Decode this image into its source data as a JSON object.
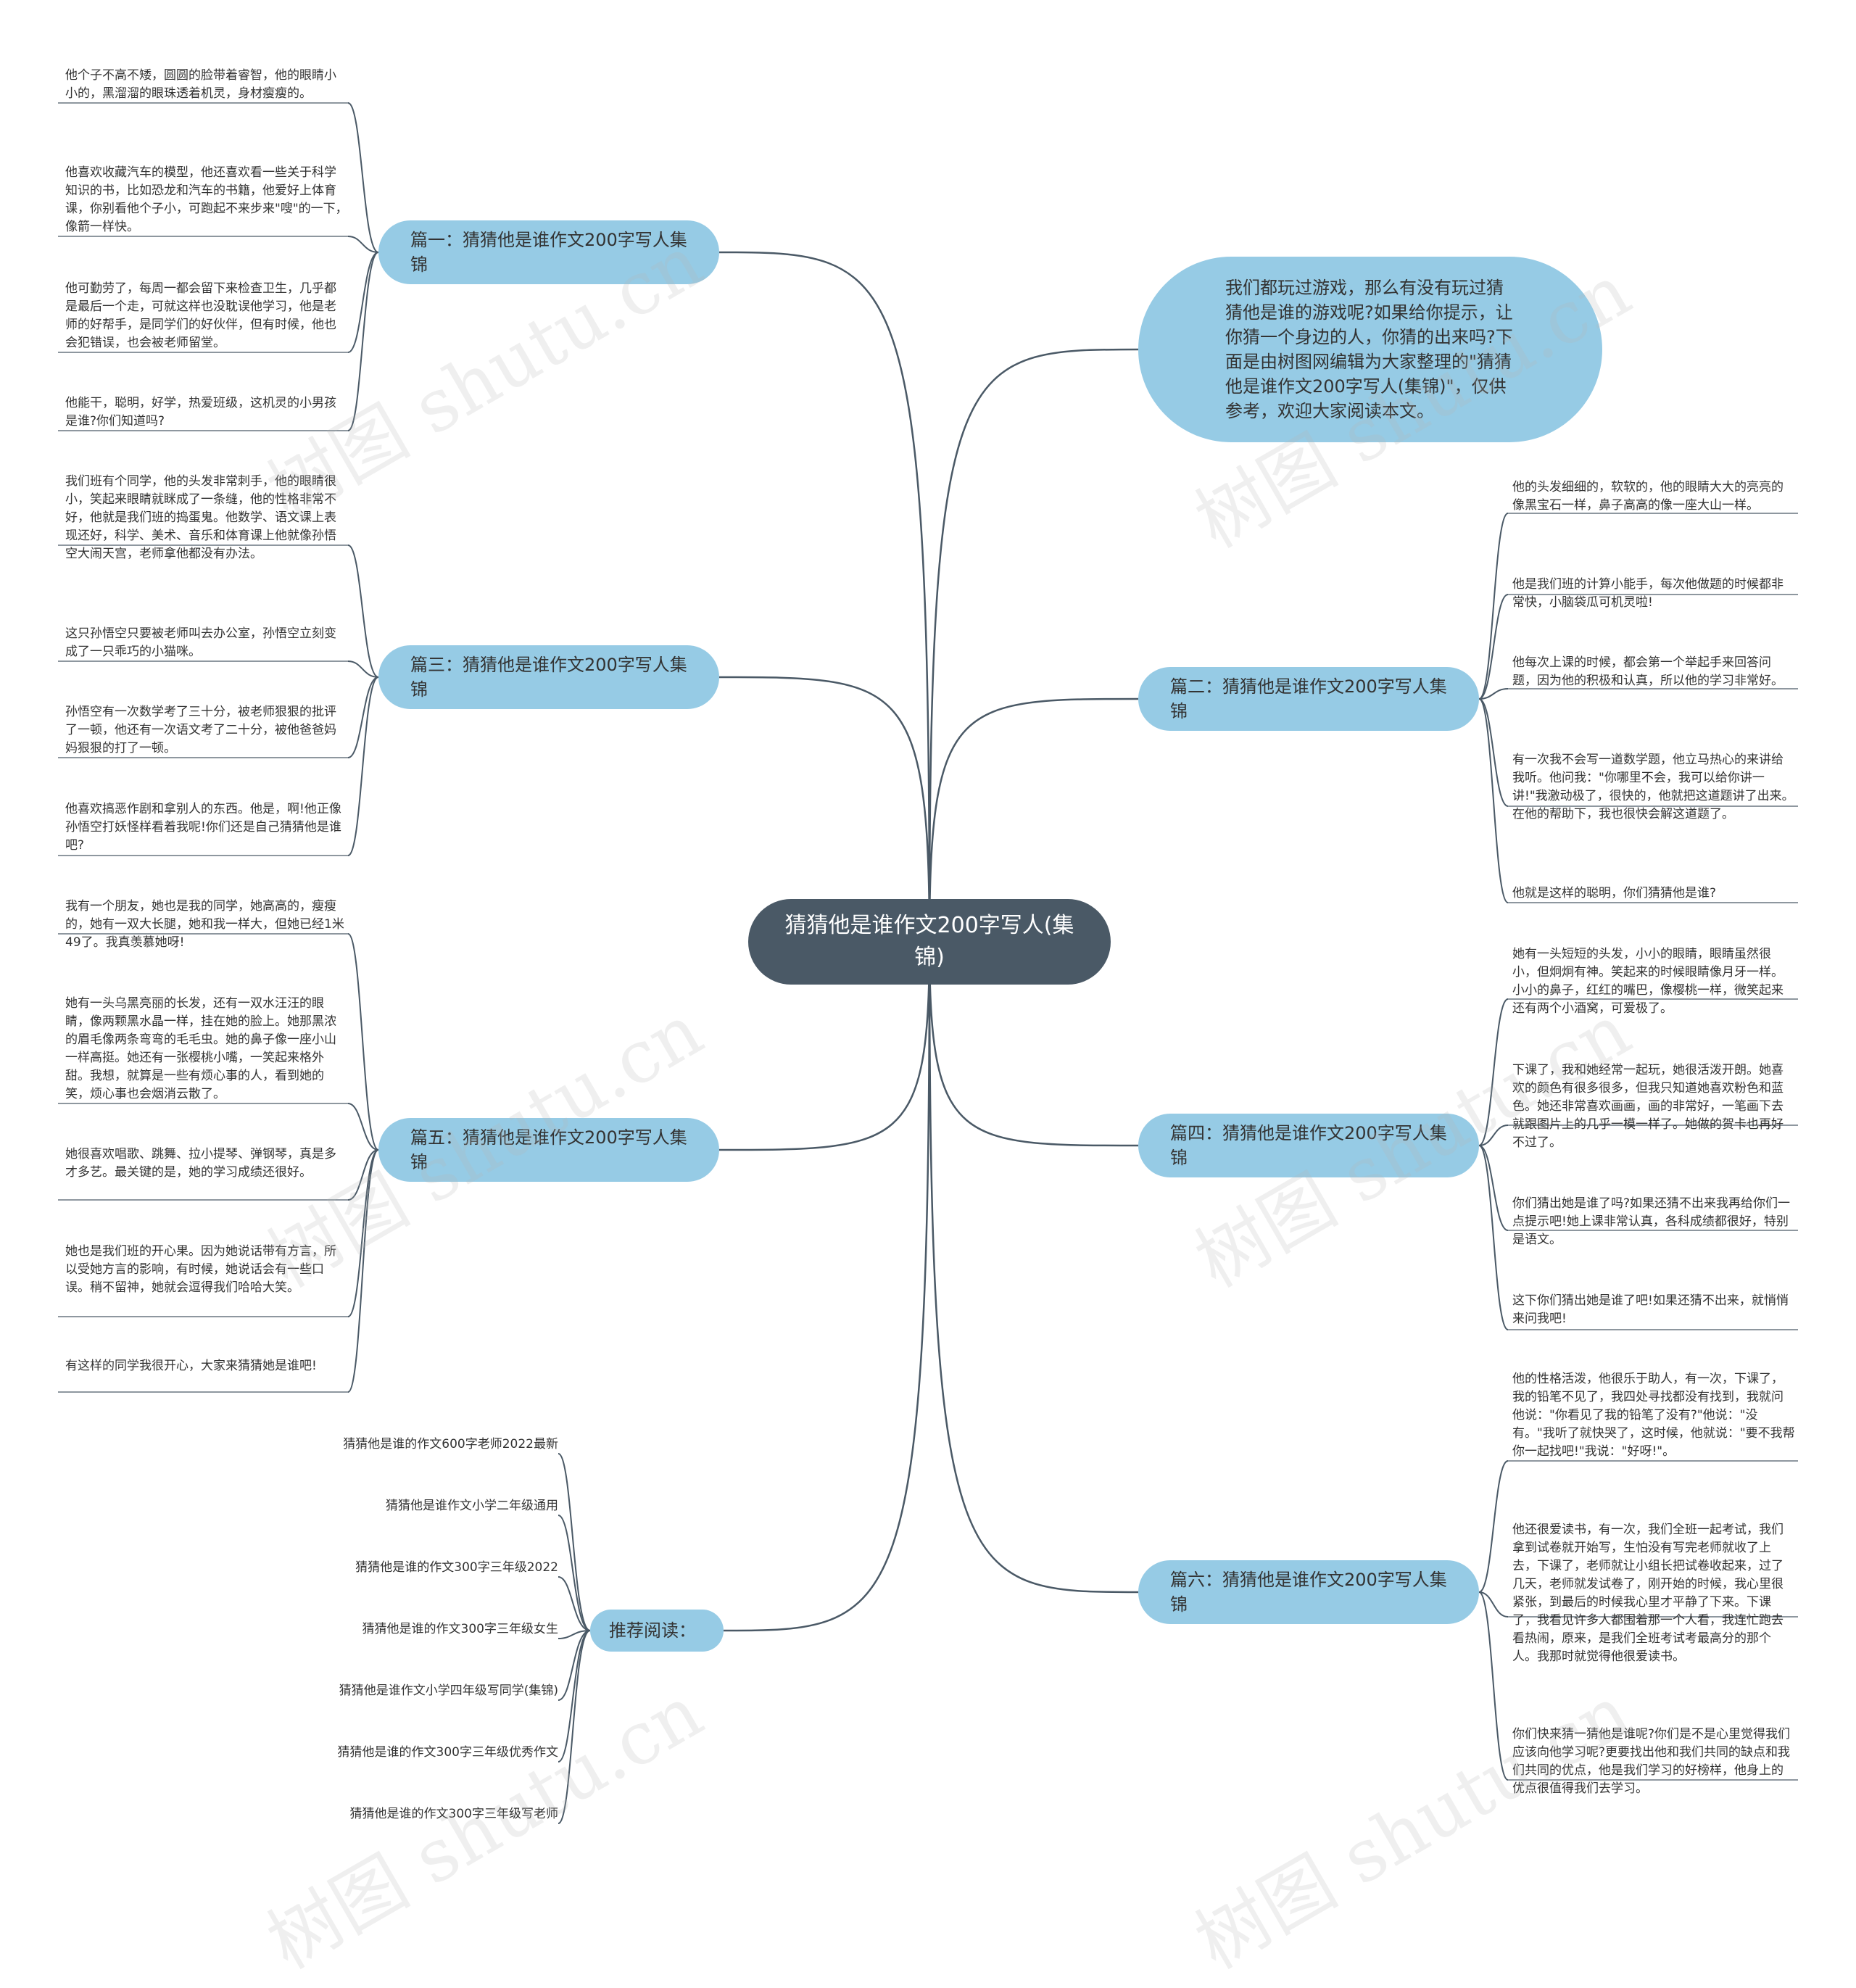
{
  "central": "猜猜他是谁作文200字写人(集锦)",
  "intro": "我们都玩过游戏，那么有没有玩过猜猜他是谁的游戏呢?如果给你提示，让你猜一个身边的人，你猜的出来吗?下面是由树图网编辑为大家整理的\"猜猜他是谁作文200字写人(集锦)\"，仅供参考，欢迎大家阅读本文。",
  "watermark": "树图 shutu.cn",
  "branches": [
    {
      "label": "篇一：猜猜他是谁作文200字写人集锦",
      "leaves": [
        "他个子不高不矮，圆圆的脸带着睿智，他的眼睛小小的，黑溜溜的眼珠透着机灵，身材瘦瘦的。",
        "他喜欢收藏汽车的模型，他还喜欢看一些关于科学知识的书，比如恐龙和汽车的书籍，他爱好上体育课，你别看他个子小，可跑起不来步来\"嗖\"的一下，像箭一样快。",
        "他可勤劳了，每周一都会留下来检查卫生，几乎都是最后一个走，可就这样也没耽误他学习，他是老师的好帮手，是同学们的好伙伴，但有时候，他也会犯错误，也会被老师留堂。",
        "他能干，聪明，好学，热爱班级，这机灵的小男孩是谁?你们知道吗?"
      ]
    },
    {
      "label": "篇三：猜猜他是谁作文200字写人集锦",
      "leaves": [
        "我们班有个同学，他的头发非常刺手，他的眼睛很小，笑起来眼睛就眯成了一条缝，他的性格非常不好，他就是我们班的捣蛋鬼。他数学、语文课上表现还好，科学、美术、音乐和体育课上他就像孙悟空大闹天宫，老师拿他都没有办法。",
        "这只孙悟空只要被老师叫去办公室，孙悟空立刻变成了一只乖巧的小猫咪。",
        "孙悟空有一次数学考了三十分，被老师狠狠的批评了一顿，他还有一次语文考了二十分，被他爸爸妈妈狠狠的打了一顿。",
        "他喜欢搞恶作剧和拿别人的东西。他是，啊!他正像孙悟空打妖怪样看着我呢!你们还是自己猜猜他是谁吧?"
      ]
    },
    {
      "label": "篇五：猜猜他是谁作文200字写人集锦",
      "leaves": [
        "我有一个朋友，她也是我的同学，她高高的，瘦瘦的，她有一双大长腿，她和我一样大，但她已经1米49了。我真羡慕她呀!",
        "她有一头乌黑亮丽的长发，还有一双水汪汪的眼睛，像两颗黑水晶一样，挂在她的脸上。她那黑浓的眉毛像两条弯弯的毛毛虫。她的鼻子像一座小山一样高挺。她还有一张樱桃小嘴，一笑起来格外甜。我想，就算是一些有烦心事的人，看到她的笑，烦心事也会烟消云散了。",
        "她很喜欢唱歌、跳舞、拉小提琴、弹钢琴，真是多才多艺。最关键的是，她的学习成绩还很好。",
        "她也是我们班的开心果。因为她说话带有方言，所以受她方言的影响，有时候，她说话会有一些口误。稍不留神，她就会逗得我们哈哈大笑。",
        "有这样的同学我很开心，大家来猜猜她是谁吧!"
      ]
    },
    {
      "label": "推荐阅读：",
      "leaves": [
        "猜猜他是谁的作文600字老师2022最新",
        "猜猜他是谁作文小学二年级通用",
        "猜猜他是谁的作文300字三年级2022",
        "猜猜他是谁的作文300字三年级女生",
        "猜猜他是谁作文小学四年级写同学(集锦)",
        "猜猜他是谁的作文300字三年级优秀作文",
        "猜猜他是谁的作文300字三年级写老师"
      ]
    },
    {
      "label": "篇二：猜猜他是谁作文200字写人集锦",
      "leaves": [
        "他的头发细细的，软软的，他的眼睛大大的亮亮的像黑宝石一样，鼻子高高的像一座大山一样。",
        "他是我们班的计算小能手，每次他做题的时候都非常快，小脑袋瓜可机灵啦!",
        "他每次上课的时候，都会第一个举起手来回答问题，因为他的积极和认真，所以他的学习非常好。",
        "有一次我不会写一道数学题，他立马热心的来讲给我听。他问我：\"你哪里不会，我可以给你讲一讲!\"我激动极了，很快的，他就把这道题讲了出来。在他的帮助下，我也很快会解这道题了。",
        "他就是这样的聪明，你们猜猜他是谁?"
      ]
    },
    {
      "label": "篇四：猜猜他是谁作文200字写人集锦",
      "leaves": [
        "她有一头短短的头发，小小的眼睛，眼睛虽然很小，但炯炯有神。笑起来的时候眼睛像月牙一样。小小的鼻子，红红的嘴巴，像樱桃一样，微笑起来还有两个小酒窝，可爱极了。",
        "下课了，我和她经常一起玩，她很活泼开朗。她喜欢的颜色有很多很多，但我只知道她喜欢粉色和蓝色。她还非常喜欢画画，画的非常好，一笔画下去就跟图片上的几乎一模一样了。她做的贺卡也再好不过了。",
        "你们猜出她是谁了吗?如果还猜不出来我再给你们一点提示吧!她上课非常认真，各科成绩都很好，特别是语文。",
        "这下你们猜出她是谁了吧!如果还猜不出来，就悄悄来问我吧!"
      ]
    },
    {
      "label": "篇六：猜猜他是谁作文200字写人集锦",
      "leaves": [
        "他的性格活泼，他很乐于助人，有一次，下课了，我的铅笔不见了，我四处寻找都没有找到，我就问他说：\"你看见了我的铅笔了没有?\"他说：\"没有。\"我听了就快哭了，这时候，他就说：\"要不我帮你一起找吧!\"我说：\"好呀!\"。",
        "他还很爱读书，有一次，我们全班一起考试，我们拿到试卷就开始写，生怕没有写完老师就收了上去，下课了，老师就让小组长把试卷收起来，过了几天，老师就发试卷了，刚开始的时候，我心里很紧张，到最后的时候我心里才平静了下来。下课了，我看见许多人都围着那一个人看，我连忙跑去看热闹，原来，是我们全班考试考最高分的那个人。我那时就觉得他很爱读书。",
        "你们快来猜一猜他是谁呢?你们是不是心里觉得我们应该向他学习呢?更要找出他和我们共同的缺点和我们共同的优点，他是我们学习的好榜样，他身上的优点很值得我们去学习。"
      ]
    }
  ]
}
